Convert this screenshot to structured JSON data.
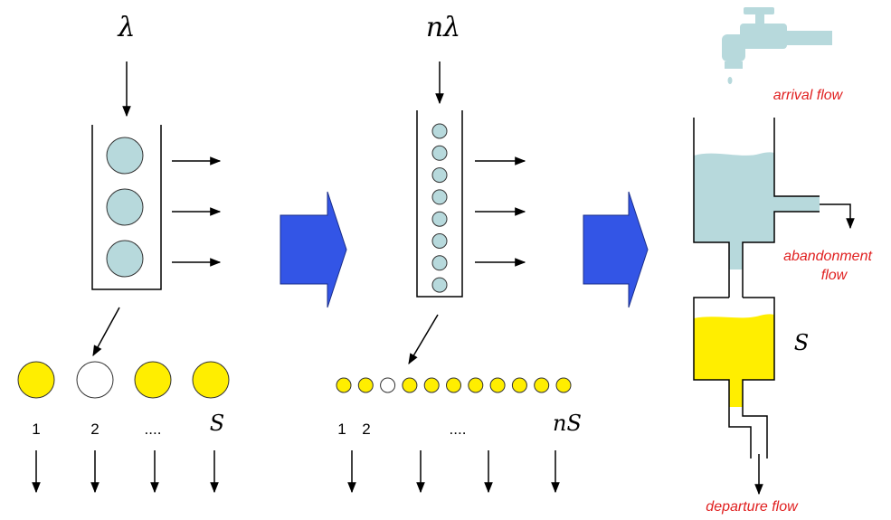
{
  "stage1": {
    "rate": "λ",
    "servers": [
      "1",
      "2",
      "....",
      "S"
    ],
    "server_states": [
      "busy",
      "idle",
      "busy",
      "busy"
    ],
    "queue_count": 3
  },
  "stage2": {
    "rate": "nλ",
    "server_labels": [
      "1",
      "2",
      "....",
      "nS"
    ],
    "server_states": [
      "busy",
      "busy",
      "idle",
      "busy",
      "busy",
      "busy",
      "busy",
      "busy",
      "busy",
      "busy",
      "busy"
    ],
    "queue_count": 8
  },
  "stage3": {
    "arrival_label": "arrival flow",
    "abandonment_label_line1": "abandonment",
    "abandonment_label_line2": "flow",
    "capacity_label": "S",
    "departure_label": "departure flow"
  },
  "colors": {
    "queue_fill": "#b7d9dc",
    "busy_server": "#ffee00",
    "idle_server": "#ffffff",
    "transition_arrow": "#3355e6",
    "label_red": "#e02020",
    "faucet": "#b7d9dc"
  }
}
